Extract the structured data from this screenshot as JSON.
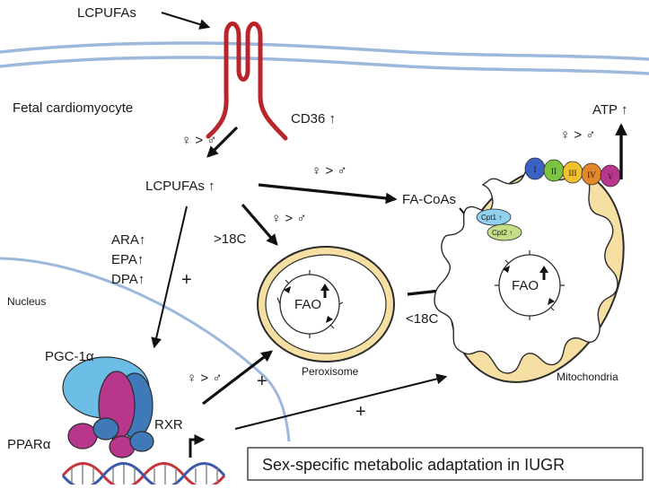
{
  "labels": {
    "lcpufas_top": "LCPUFAs",
    "fetal_cardiomyocyte": "Fetal cardiomyocyte",
    "cd36": "CD36 ↑",
    "sex_ratio": "♀ > ♂",
    "lcpufas_mid": "LCPUFAs ↑",
    "fa_coas": "FA-CoAs",
    "gt18c": ">18C",
    "lt18c": "<18C",
    "ara": "ARA↑",
    "epa": "EPA↑",
    "dpa": "DPA↑",
    "plus": "+",
    "nucleus": "Nucleus",
    "pgc1a": "PGC-1α",
    "rxr": "RXR",
    "ppara": "PPARα",
    "fao": "FAO",
    "peroxisome": "Peroxisome",
    "mitochondria": "Mitochondria",
    "atp": "ATP ↑",
    "cpt1": "Cpt1 ↑",
    "cpt2": "Cpt2 ↑",
    "complexes": [
      "I",
      "II",
      "III",
      "IV",
      "V"
    ],
    "caption": "Sex-specific metabolic adaptation in IUGR"
  },
  "colors": {
    "membrane": "#9db8dd",
    "cd36": "#b8262c",
    "organelle_fill": "#f6dfa2",
    "organelle_stroke": "#2b2b2b",
    "complexes": [
      "#3a62c4",
      "#7cc243",
      "#f2c22e",
      "#e2872a",
      "#b9368f"
    ],
    "cpt1": "#8fd0ef",
    "cpt2": "#c4dd86",
    "pgc1a": "#6bbde6",
    "ppara": "#b8368b",
    "rxr": "#3f79b8",
    "dna_red": "#c8343b",
    "dna_blue": "#3b5aa8"
  }
}
